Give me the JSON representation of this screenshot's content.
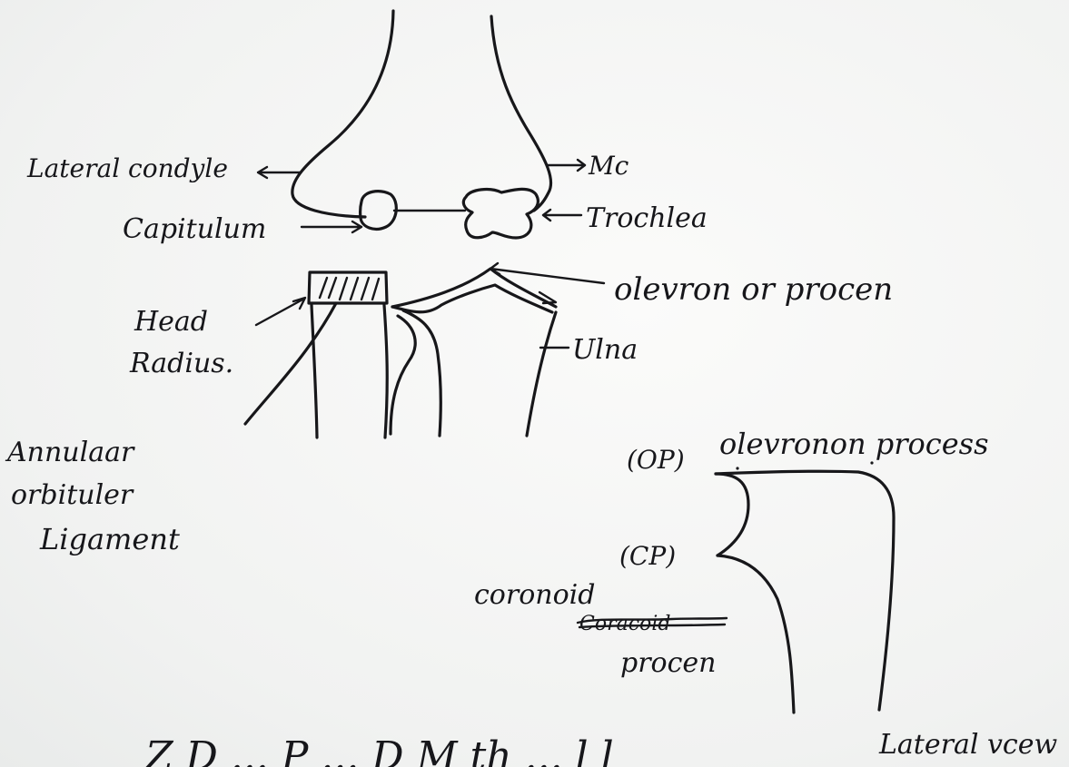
{
  "labels": {
    "lateral_condyle": "Lateral condyle",
    "mc": "Mc",
    "capitulum": "Capitulum",
    "trochlea": "Trochlea",
    "olecranon_process_front": "olevron or procen",
    "head_radius_line1": "Head",
    "head_radius_line2": "Radius.",
    "ulna": "Ulna",
    "annular_line1": "Annulaar",
    "annular_line2": "orbituler",
    "annular_line3": "Ligament",
    "op_tag": "(OP)",
    "olecranon_process_lateral": "olevronon process",
    "cp_tag": "(CP)",
    "coronoid_line1": "coronoid",
    "coronoid_crossed": "Coracoid",
    "coronoid_line3": "procen",
    "lateral_view": "Lateral vcew",
    "bottom_partial": "Z  D  ...  P  ...  D  M  th  ...  l  l"
  }
}
